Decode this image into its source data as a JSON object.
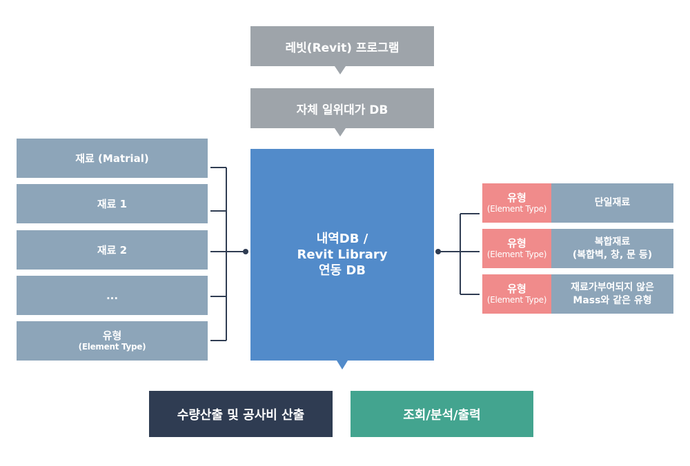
{
  "top": {
    "program": "레빗(Revit) 프로그램",
    "unit_cost_db": "자체 일위대가 DB"
  },
  "center": {
    "line1": "내역DB /",
    "line2": "Revit Library",
    "line3": "연동 DB"
  },
  "left_items": [
    {
      "label": "재료 (Matrial)"
    },
    {
      "label": "재료 1"
    },
    {
      "label": "재료 2"
    },
    {
      "label": "..."
    },
    {
      "label": "유형",
      "sub": "(Element Type)"
    }
  ],
  "right_items": [
    {
      "type": "유형",
      "sub": "(Element Type)",
      "desc1": "단일재료",
      "desc2": ""
    },
    {
      "type": "유형",
      "sub": "(Element Type)",
      "desc1": "복합재료",
      "desc2": "(복합벽, 창, 문 등)"
    },
    {
      "type": "유형",
      "sub": "(Element Type)",
      "desc1": "재료가부여되지 않은",
      "desc2": "Mass와 같은 유형"
    }
  ],
  "bottom": {
    "quantity": "수량산출 및 공사비 산출",
    "query": "조회/분석/출력"
  },
  "colors": {
    "gray": "#9ea4aa",
    "steel": "#8da5b9",
    "pink": "#f08b8b",
    "blue": "#528bca",
    "navy": "#2f3c52",
    "teal": "#43a48f",
    "line": "#2f3c52"
  }
}
